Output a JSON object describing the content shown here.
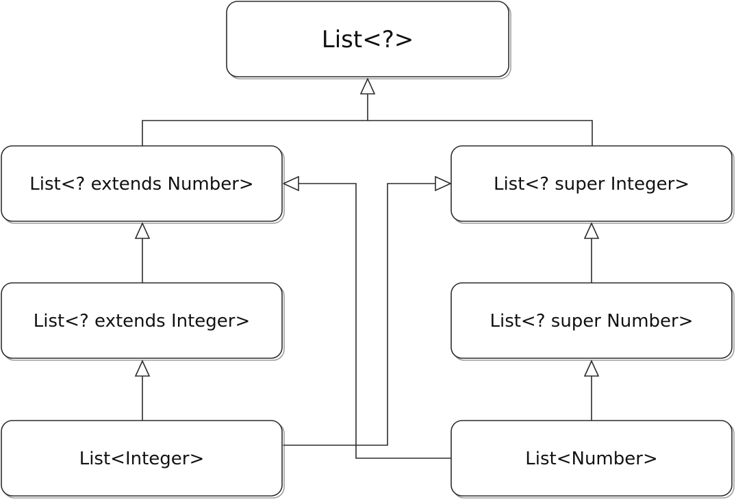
{
  "nodes": {
    "list_wildcard": "List<?>",
    "list_extends_number": "List<? extends Number>",
    "list_super_integer": "List<? super Integer>",
    "list_extends_integer": "List<? extends Integer>",
    "list_super_number": "List<? super Number>",
    "list_integer": "List<Integer>",
    "list_number": "List<Number>"
  },
  "edges": [
    {
      "from": "list_extends_number",
      "to": "list_wildcard",
      "arrow": "hollow-triangle"
    },
    {
      "from": "list_super_integer",
      "to": "list_wildcard",
      "arrow": "hollow-triangle"
    },
    {
      "from": "list_extends_integer",
      "to": "list_extends_number",
      "arrow": "hollow-triangle"
    },
    {
      "from": "list_integer",
      "to": "list_extends_integer",
      "arrow": "hollow-triangle"
    },
    {
      "from": "list_super_number",
      "to": "list_super_integer",
      "arrow": "hollow-triangle"
    },
    {
      "from": "list_number",
      "to": "list_super_number",
      "arrow": "hollow-triangle"
    },
    {
      "from": "list_integer",
      "to": "list_super_integer",
      "arrow": "hollow-triangle"
    },
    {
      "from": "list_number",
      "to": "list_extends_number",
      "arrow": "hollow-triangle"
    }
  ],
  "colors": {
    "stroke": "#2b2b2b",
    "fill": "#ffffff",
    "shadow": "#8a8a8a",
    "text": "#111111"
  }
}
